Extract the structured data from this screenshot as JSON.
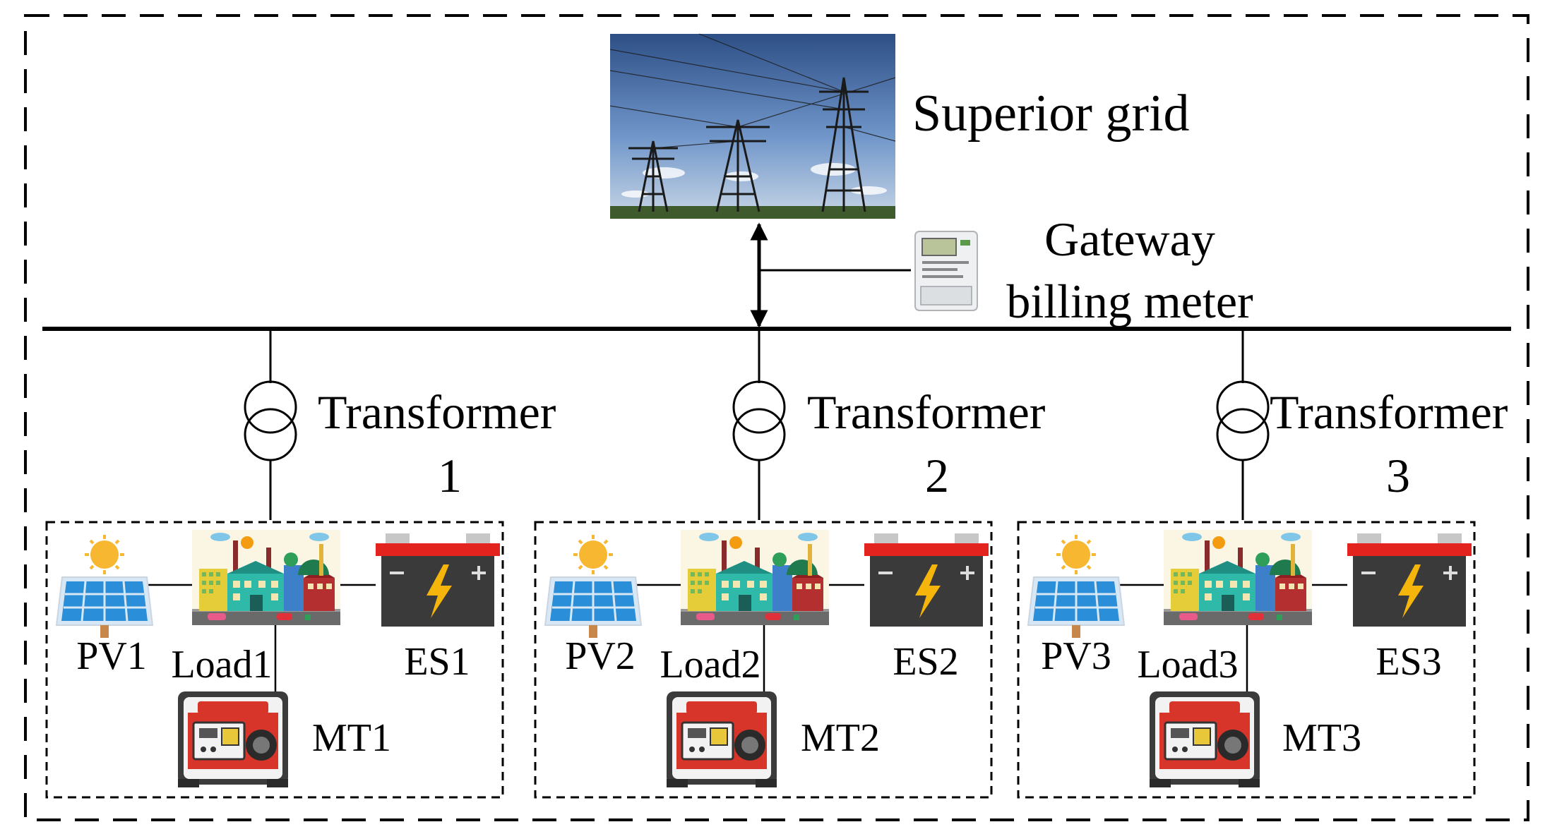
{
  "grid": {
    "label": "Superior grid"
  },
  "meter": {
    "line1": "Gateway",
    "line2": "billing meter"
  },
  "transformers": [
    {
      "label": "Transformer",
      "number": "1"
    },
    {
      "label": "Transformer",
      "number": "2"
    },
    {
      "label": "Transformer",
      "number": "3"
    }
  ],
  "microgrids": [
    {
      "pv": "PV1",
      "load": "Load1",
      "es": "ES1",
      "mt": "MT1"
    },
    {
      "pv": "PV2",
      "load": "Load2",
      "es": "ES2",
      "mt": "MT2"
    },
    {
      "pv": "PV3",
      "load": "Load3",
      "es": "ES3",
      "mt": "MT3"
    }
  ],
  "icons": [
    "power-tower-photo-icon",
    "electric-meter-icon",
    "transformer-symbol-icon",
    "solar-panel-icon",
    "city-load-icon",
    "battery-icon",
    "generator-icon"
  ],
  "colors": {
    "battery_top": "#e3231e",
    "generator": "#d8352a",
    "solar_panel": "#2a8fd8",
    "sun": "#f7b731"
  }
}
